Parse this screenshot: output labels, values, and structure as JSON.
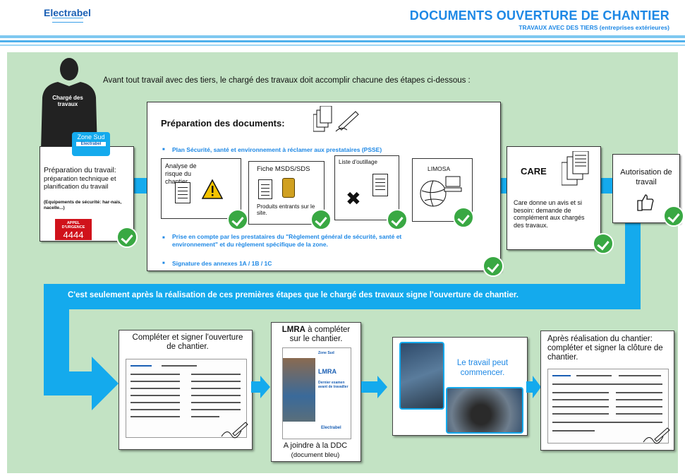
{
  "header": {
    "logo": "Electrabel",
    "title": "DOCUMENTS OUVERTURE DE CHANTIER",
    "subtitle": "TRAVAUX AVEC DES TIERS (entreprises extérieures)"
  },
  "intro": "Avant tout travail avec des tiers, le chargé des travaux doit accomplir chacune des étapes ci-dessous :",
  "person_label": "Chargé des travaux",
  "zone_badge": "Zone Sud",
  "zone_logo": "Electrabel",
  "step1": {
    "title": "Préparation du travail:",
    "line2": "préparation technique et planification du travail",
    "note": "(Equipements de sécurité: har-nais, nacelle...)",
    "urgent_label": "APPEL D'URGENCE",
    "urgent_number": "4444"
  },
  "step2": {
    "title": "Préparation des documents:",
    "bullet1": "Plan Sécurité, santé et environnement à réclamer aux prestataires (PSSE)",
    "card1": "Analyse de risque du chantier.",
    "card2_title": "Fiche MSDS/SDS",
    "card2_sub": "Produits entrants sur le site.",
    "card3": "Liste d'outillage",
    "card4": "LIMOSA",
    "bullet2": "Prise en compte par les prestataires du \"Règlement général de sécurité, santé et environnement\" et du règlement spécifique de la zone.",
    "bullet3": "Signature des annexes 1A / 1B / 1C"
  },
  "step3": {
    "title": "CARE",
    "text": "Care donne un avis et si besoin: demande de complément aux chargés des travaux."
  },
  "step4": {
    "title": "Autorisation de travail"
  },
  "band_text": "C'est seulement après la réalisation de ces premières étapes que le chargé des travaux signe l'ouverture de chantier.",
  "bottom": {
    "b1": "Compléter et signer l'ouverture de chantier.",
    "b2_title_bold": "LMRA",
    "b2_title_rest": " à compléter sur le chantier.",
    "b2_doc_zone": "Zone Sud",
    "b2_doc_title": "LMRA",
    "b2_doc_sub": "Dernier examen avant de travailler",
    "b2_doc_logo": "Electrabel",
    "b2_foot": "A joindre à la DDC",
    "b2_foot2": "(document bleu)",
    "b3": "Le travail peut commencer.",
    "b4": "Après réalisation du chantier: compléter et signer la clôture de chantier."
  },
  "colors": {
    "accent": "#1e88e5",
    "band": "#14aaed",
    "background": "#c3e3c4",
    "check": "#39a843",
    "urgent": "#d0121b"
  }
}
